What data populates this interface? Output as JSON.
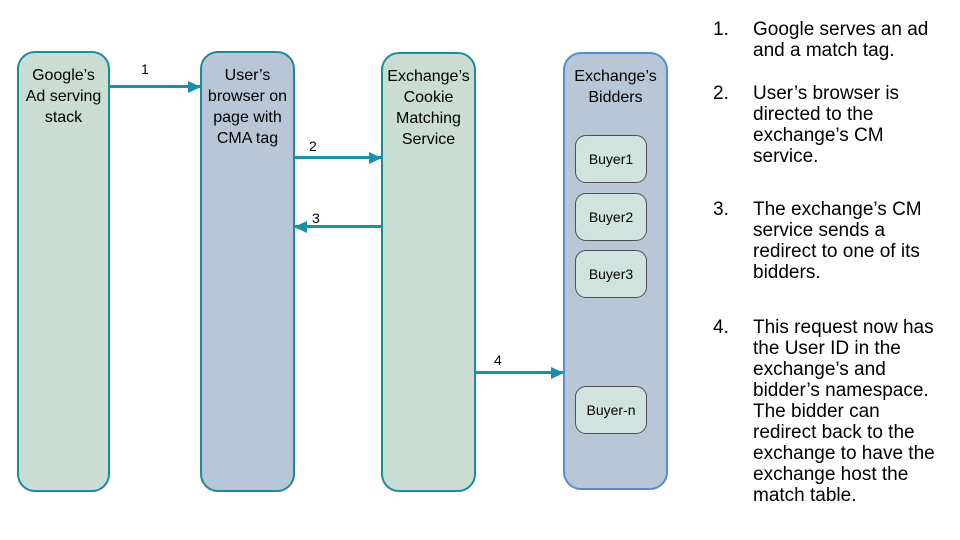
{
  "colors": {
    "canvas-bg": "#ffffff",
    "green-fill": "#c9ddd3",
    "blue-fill": "#b7c7d7",
    "teal-border": "#1d8a9c",
    "blue-border": "#568dce",
    "arrow-color": "#1791a8",
    "buyer-fill": "#cfe4de",
    "buyer-border": "#4d4f52",
    "text-color": "#000000"
  },
  "diagram": {
    "nodes": [
      {
        "id": "google-ad-stack",
        "label": "Google’s\nAd serving\nstack"
      },
      {
        "id": "user-browser",
        "label": "User’s\nbrowser on\npage with\nCMA tag"
      },
      {
        "id": "exchange-cm-service",
        "label": "Exchange’s\nCookie\nMatching\nService"
      },
      {
        "id": "exchange-bidders",
        "label": "Exchange’s\nBidders"
      }
    ],
    "bidders": [
      "Buyer1",
      "Buyer2",
      "Buyer3",
      "Buyer-n"
    ],
    "arrows": [
      {
        "label": "1",
        "from": "google-ad-stack",
        "to": "user-browser",
        "direction": "right"
      },
      {
        "label": "2",
        "from": "user-browser",
        "to": "exchange-cm-service",
        "direction": "right"
      },
      {
        "label": "3",
        "from": "exchange-cm-service",
        "to": "user-browser",
        "direction": "left"
      },
      {
        "label": "4",
        "from": "exchange-cm-service",
        "to": "exchange-bidders",
        "direction": "right"
      }
    ]
  },
  "steps": [
    {
      "num": "1.",
      "text": "Google serves an ad and a match tag."
    },
    {
      "num": "2.",
      "text": "User’s browser is directed to the exchange’s CM service."
    },
    {
      "num": "3.",
      "text": "The exchange’s CM service sends a redirect to one of its bidders."
    },
    {
      "num": "4.",
      "text": "This request now has the User ID in the exchange’s and bidder’s namespace. The bidder can redirect back to the exchange to have the exchange host the match table."
    }
  ]
}
